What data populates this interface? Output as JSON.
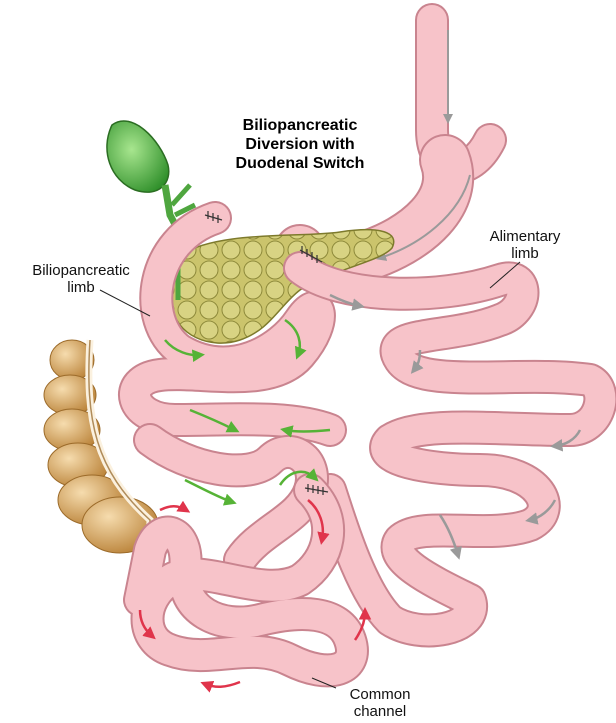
{
  "title": {
    "line1": "Biliopancreatic",
    "line2": "Diversion with",
    "line3": "Duodenal Switch"
  },
  "labels": {
    "biliopancreatic_line1": "Biliopancreatic",
    "biliopancreatic_line2": "limb",
    "alimentary_line1": "Alimentary",
    "alimentary_line2": "limb",
    "common_line1": "Common",
    "common_line2": "channel"
  },
  "colors": {
    "intestine_fill": "#f7c3c9",
    "intestine_edge": "#c9848f",
    "intestine_core": "#fde6e8",
    "pancreas": "#c8c26a",
    "gallbladder": "#5cbf4e",
    "colon": "#d9a860",
    "flow_green": "#56b336",
    "flow_red": "#e0344b",
    "flow_gray": "#9a9a9a"
  }
}
